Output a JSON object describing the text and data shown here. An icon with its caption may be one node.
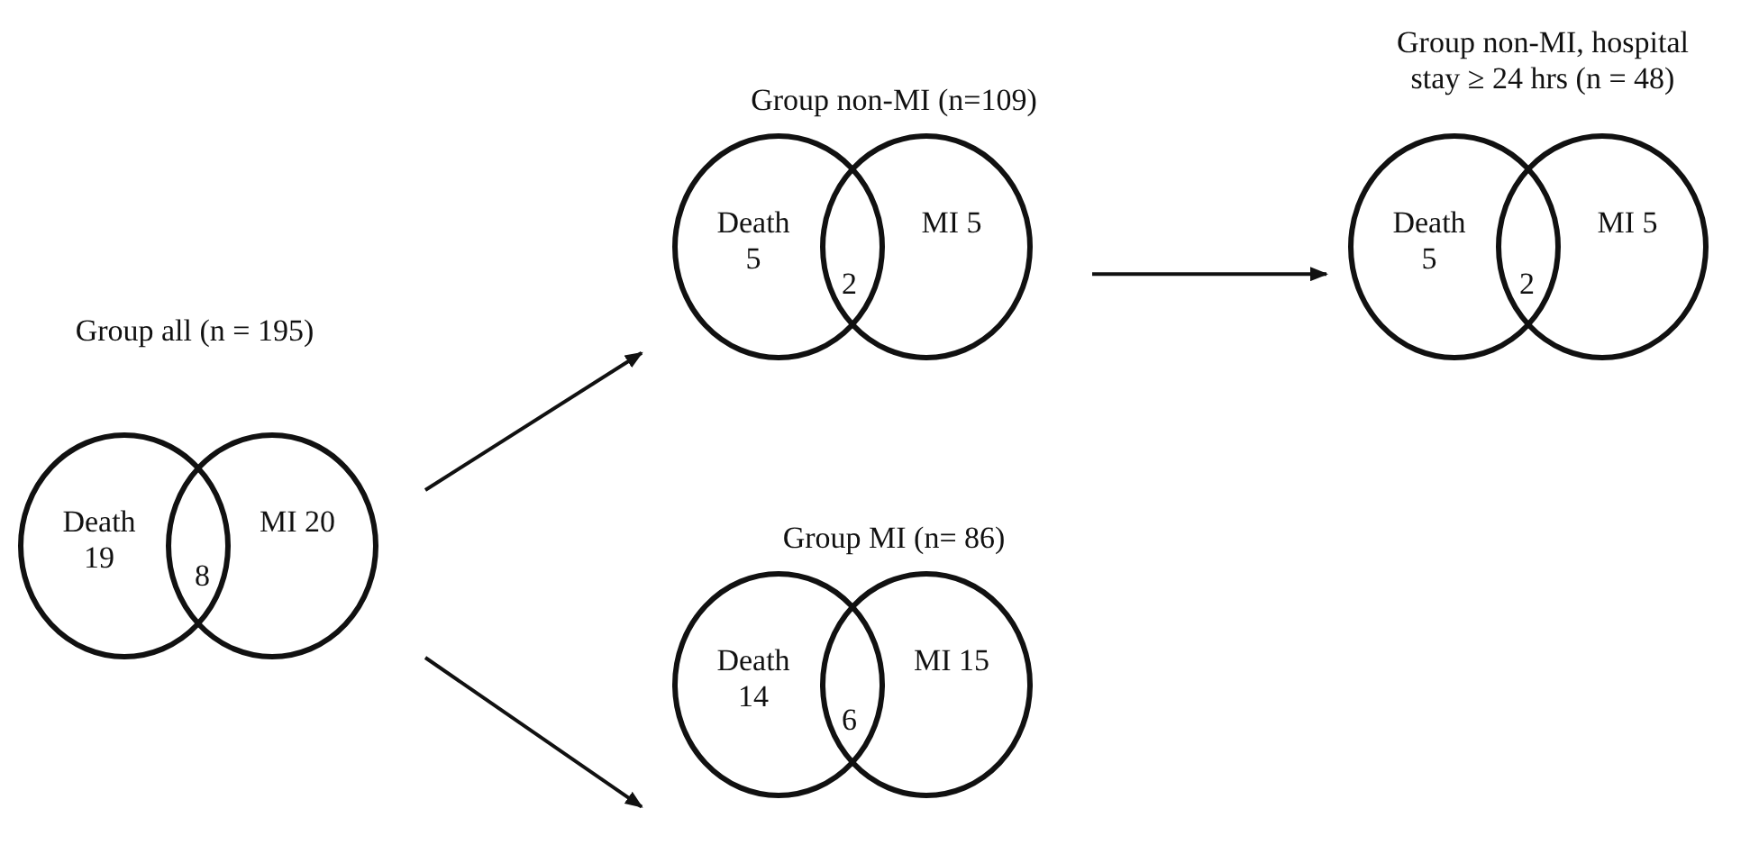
{
  "diagram": {
    "nodes": [
      {
        "text": [
          "Group all  (n = 195)"
        ]
      },
      {
        "text": [
          "Death 19"
        ],
        "in": 0
      },
      {
        "text": [
          "MI 20"
        ],
        "in": 0
      },
      {
        "text": [
          "Group non-MI (n=109)"
        ]
      },
      {
        "text": [
          "Death 5"
        ],
        "in": 3
      },
      {
        "text": [
          "MI 5"
        ],
        "in": 3
      },
      {
        "text": [
          "Group non-MI, hospital stay ≥ 24 hrs (n = 48)"
        ]
      },
      {
        "text": [
          "Death 5"
        ],
        "in": 6
      },
      {
        "text": [
          "MI 5"
        ],
        "in": 6
      },
      {
        "text": [
          "Group MI (n= 86)"
        ]
      },
      {
        "text": [
          "Death 14"
        ],
        "in": 9
      },
      {
        "text": [
          "MI 15"
        ],
        "in": 9
      }
    ],
    "edges": [
      {
        "from": 0,
        "to": 3,
        "arrow": "to"
      },
      {
        "from": 0,
        "to": 9,
        "arrow": "to"
      },
      {
        "from": 3,
        "to": 6,
        "arrow": "to"
      }
    ],
    "labels": [
      "8",
      "2",
      "2",
      "6"
    ]
  }
}
